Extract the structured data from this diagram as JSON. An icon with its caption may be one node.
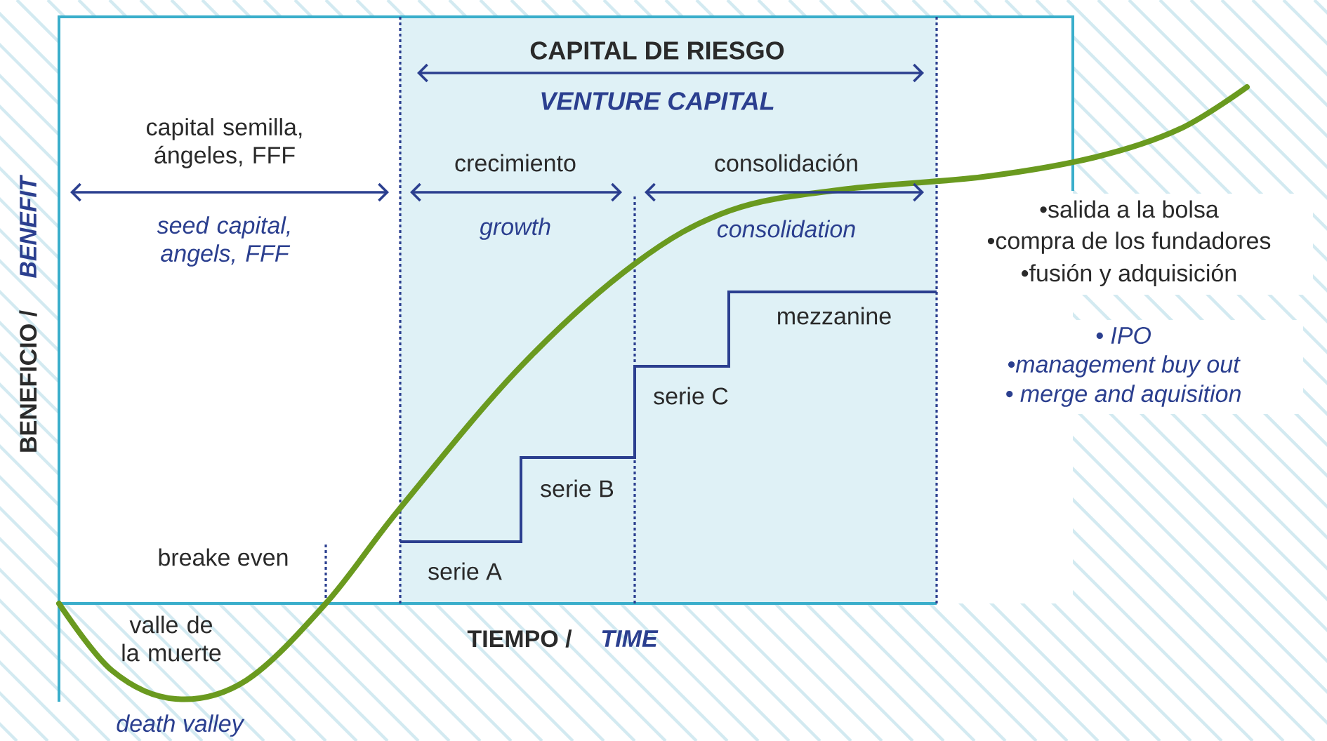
{
  "diagram": {
    "nodes": [
      {
        "text": [
          "CAPITAL DE RIESGO",
          "VENTURE CAPITAL"
        ]
      }
    ],
    "labels": [
      "capital semilla, ángeles, FFF",
      "seed capital, angels, FFF",
      "crecimiento",
      "growth",
      "consolidación",
      "consolidation",
      "BENEFICIO /",
      "BENEFIT",
      "•salida a la bolsa",
      "•compra de los fundadores",
      "•fusión y adquisición",
      "mezzanine",
      "• IPO",
      "•management buy out",
      "• merge and aquisition",
      "serie C",
      "serie B",
      "breake even",
      "serie A",
      "valle de la muerte",
      "TIEMPO /",
      "TIME",
      "death valley"
    ]
  }
}
